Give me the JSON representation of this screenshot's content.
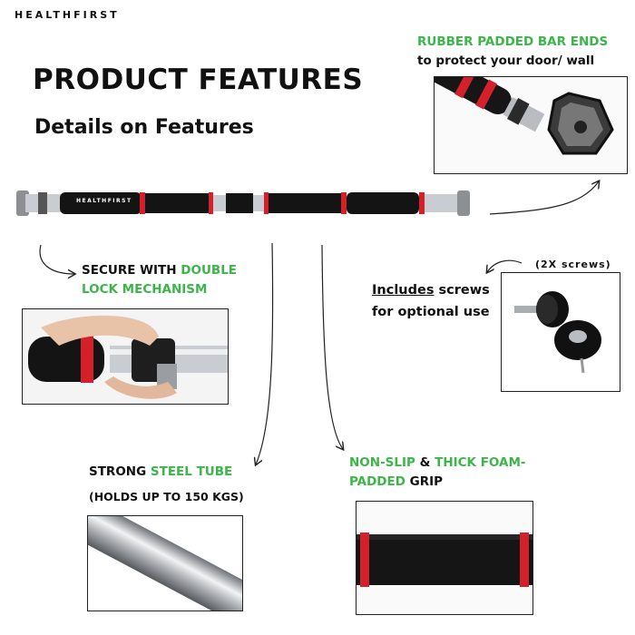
{
  "brand": "HEALTHFIRST",
  "title": "PRODUCT FEATURES",
  "subtitle": "Details on Features",
  "bar_logo": "HEALTHFIRST",
  "features": {
    "bar_ends": {
      "highlight": "RUBBER PADDED BAR ENDS",
      "line2": "to protect your door/ wall"
    },
    "screws": {
      "note": "(2X screws)",
      "word_underlined": "Includes",
      "line1_rest": " screws",
      "line2": "for optional use"
    },
    "lock": {
      "prefix": "SECURE WITH ",
      "highlight1": "DOUBLE",
      "highlight2": "LOCK MECHANISM"
    },
    "tube": {
      "prefix": "STRONG ",
      "highlight": "STEEL TUBE",
      "line2": "(HOLDS UP TO 150 KGS)"
    },
    "grip": {
      "highlight1": "NON-SLIP",
      "mid": " & ",
      "highlight2": "THICK FOAM-",
      "highlight3": "PADDED",
      "suffix": " GRIP"
    }
  },
  "colors": {
    "accent_green": "#3cb54a",
    "foam_black": "#141414",
    "accent_red": "#d4202a",
    "steel": "#c9ccd0"
  }
}
